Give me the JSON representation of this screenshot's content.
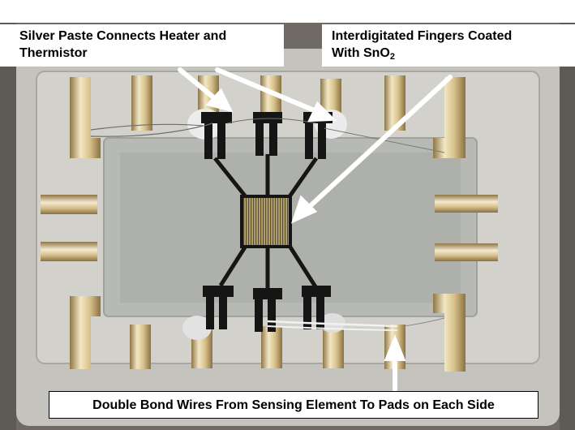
{
  "labels": {
    "silver_paste_line1": "Silver Paste Connects Heater and",
    "silver_paste_line2": "Thermistor",
    "fingers_line1": "Interdigitated Fingers Coated",
    "fingers_line2_prefix": "With SnO",
    "fingers_line2_subscript": "2",
    "bond_wires": "Double Bond Wires From Sensing Element To Pads on Each Side"
  },
  "colors": {
    "background": "#ffffff",
    "photo_frame": "#6f6a63",
    "package_outer": "#c5c3bd",
    "package_inner": "#b7b9b4",
    "membrane": "#aeb0ab",
    "gold_pad": "#c9b17a",
    "gold_highlight": "#f2e7c4",
    "trace": "#151515",
    "silver_paste": "#ececec",
    "sensor": "#b8a66a",
    "arrow": "#ffffff"
  }
}
